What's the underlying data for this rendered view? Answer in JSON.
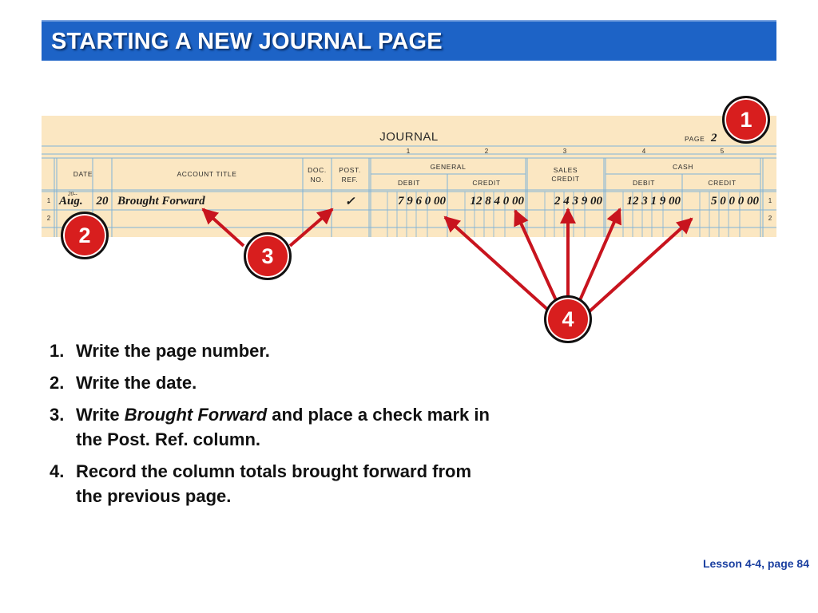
{
  "slide": {
    "title": "STARTING A NEW JOURNAL PAGE",
    "footer": "Lesson 4-4, page 84"
  },
  "journal": {
    "title": "JOURNAL",
    "page_label": "PAGE",
    "page_number": "2",
    "column_numbers": [
      "1",
      "2",
      "3",
      "4",
      "5"
    ],
    "headers": {
      "date": "DATE",
      "account_title": "ACCOUNT TITLE",
      "doc_no_1": "DOC.",
      "doc_no_2": "NO.",
      "post_ref_1": "POST.",
      "post_ref_2": "REF.",
      "general": "GENERAL",
      "general_debit": "DEBIT",
      "general_credit": "CREDIT",
      "sales_credit_1": "SALES",
      "sales_credit_2": "CREDIT",
      "cash": "CASH",
      "cash_debit": "DEBIT",
      "cash_credit": "CREDIT"
    },
    "row_numbers": [
      "1",
      "2"
    ],
    "row1": {
      "year": "20--",
      "month": "Aug.",
      "day": "20",
      "account_title": "Brought Forward",
      "post_ref": "✓",
      "general_debit": "7 9 6 0 00",
      "general_credit": "12 8 4 0 00",
      "sales_credit": "2 4 3 9 00",
      "cash_debit": "12 3 1 9 00",
      "cash_credit": "5 0 0 0 00"
    }
  },
  "badges": [
    "1",
    "2",
    "3",
    "4"
  ],
  "steps": [
    {
      "num": "1.",
      "text": "Write the page number."
    },
    {
      "num": "2.",
      "text": "Write the date."
    },
    {
      "num": "3.",
      "pre": "Write ",
      "em": "Brought Forward",
      "post": " and place a check mark in the Post. Ref. column."
    },
    {
      "num": "4.",
      "text": "Record the column totals brought forward from the previous page."
    }
  ],
  "colors": {
    "title_bar": "#1d63c6",
    "journal_paper": "#fbe7c2",
    "journal_rule": "#7fb3d8",
    "badge": "#d81e1e",
    "arrow": "#c8141e",
    "footer_text": "#1a3fa0"
  }
}
